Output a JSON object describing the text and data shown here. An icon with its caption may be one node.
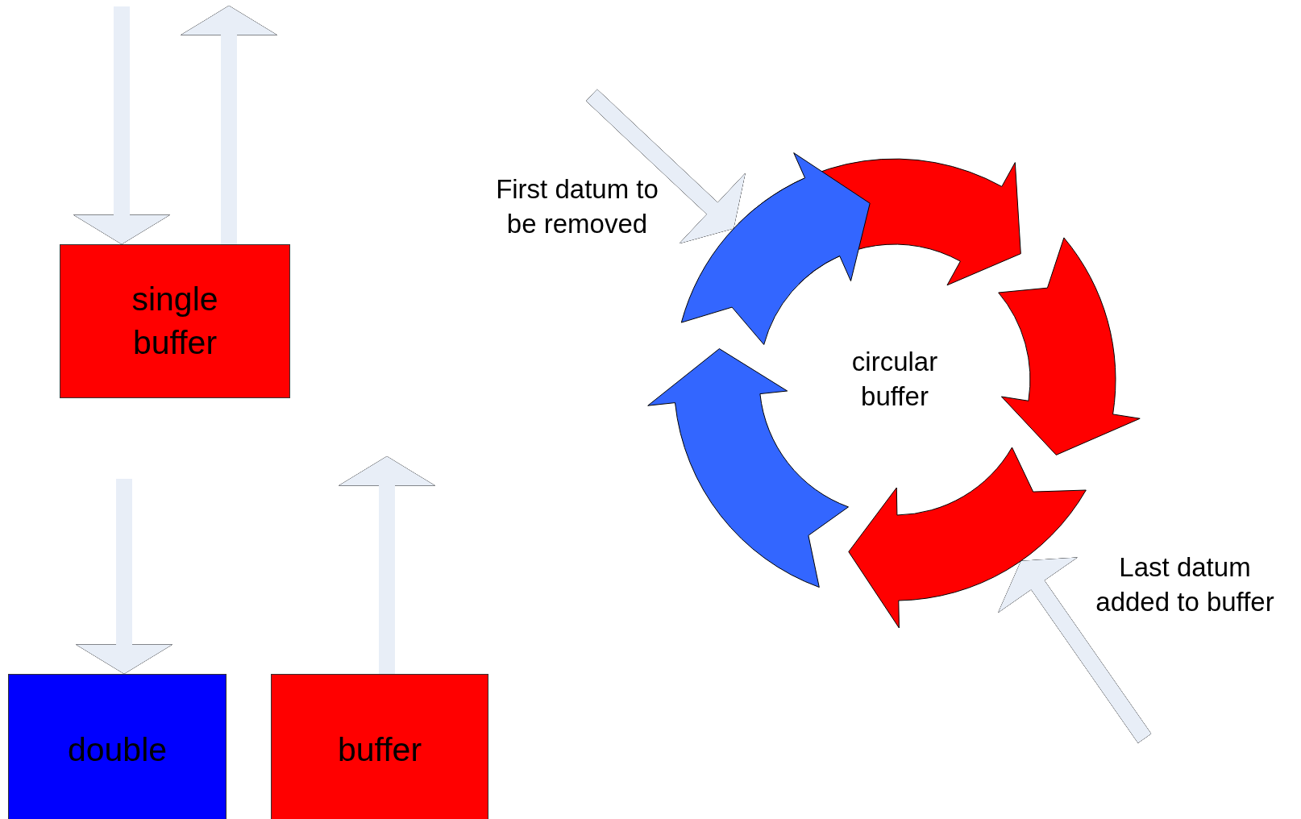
{
  "diagram": {
    "nodes": [
      {
        "text": [
          "single buffer"
        ]
      },
      {
        "text": [
          "double"
        ]
      },
      {
        "text": [
          "buffer"
        ]
      },
      {
        "text": [
          "circular buffer"
        ]
      }
    ],
    "edges": [
      {
        "from": null,
        "to": 0,
        "arrow": "to"
      },
      {
        "from": 0,
        "to": null,
        "arrow": "to"
      },
      {
        "from": null,
        "to": 1,
        "arrow": "to"
      },
      {
        "from": 2,
        "to": null,
        "arrow": "to"
      },
      {
        "from": null,
        "to": 3,
        "arrow": "to"
      },
      {
        "from": null,
        "to": 3,
        "arrow": "to"
      }
    ],
    "labels": [
      "First datum to be removed",
      "Last datum added to buffer"
    ]
  }
}
